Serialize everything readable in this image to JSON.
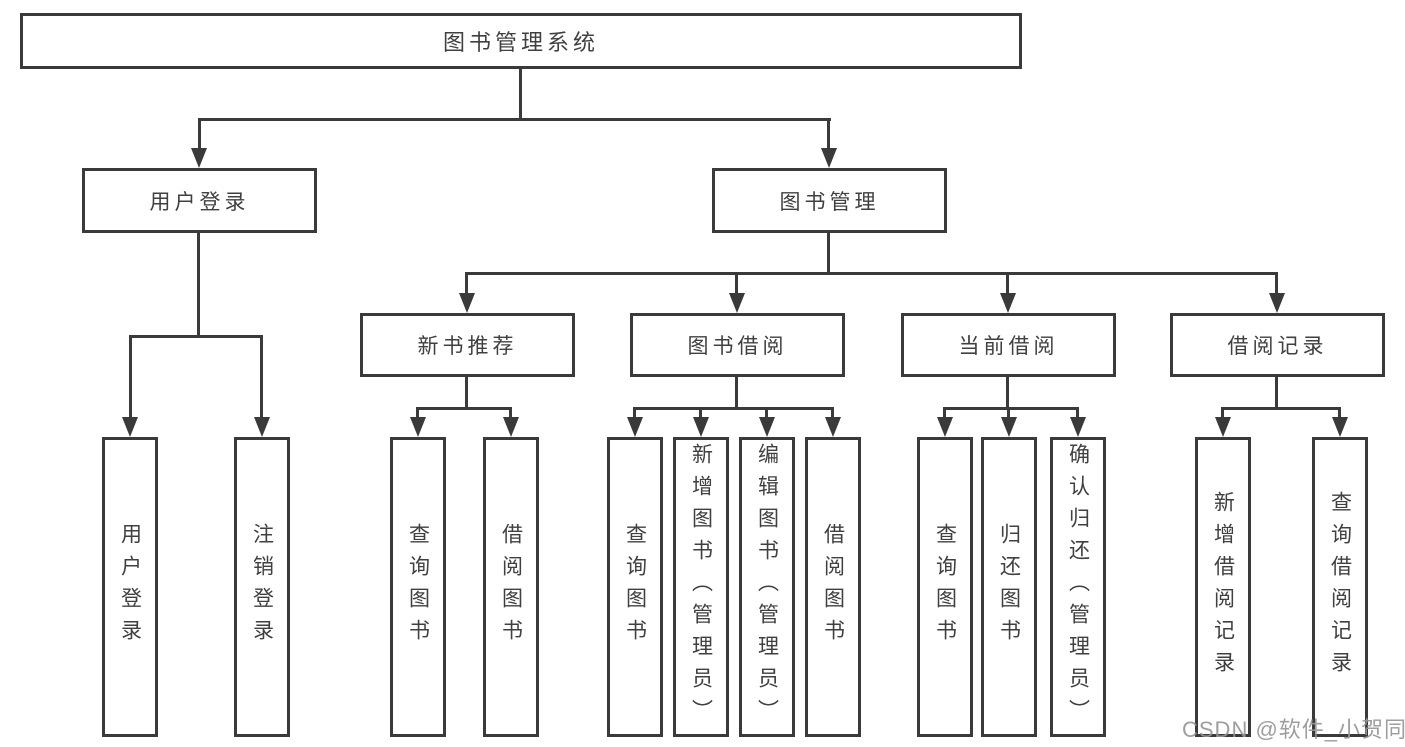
{
  "diagram": {
    "root": {
      "label": "图书管理系统"
    },
    "level2": [
      {
        "id": "user-login",
        "label": "用户登录"
      },
      {
        "id": "book-manage",
        "label": "图书管理"
      }
    ],
    "level3": [
      {
        "id": "new-book-recommend",
        "label": "新书推荐"
      },
      {
        "id": "book-borrow",
        "label": "图书借阅"
      },
      {
        "id": "current-borrow",
        "label": "当前借阅"
      },
      {
        "id": "borrow-records",
        "label": "借阅记录"
      }
    ],
    "leaves": {
      "login": [
        "用户登录",
        "注销登录"
      ],
      "recommend": [
        "查询图书",
        "借阅图书"
      ],
      "borrow": [
        "查询图书",
        "新增图书（管理员）",
        "编辑图书（管理员）",
        "借阅图书"
      ],
      "current": [
        "查询图书",
        "归还图书",
        "确认归还（管理员）"
      ],
      "records": [
        "新增借阅记录",
        "查询借阅记录"
      ]
    }
  },
  "watermark": {
    "text": "CSDN @软件_小贺同学"
  },
  "colors": {
    "line": "#3a3a3a",
    "text": "#404040",
    "watermark": "#969696",
    "background": "#ffffff"
  }
}
